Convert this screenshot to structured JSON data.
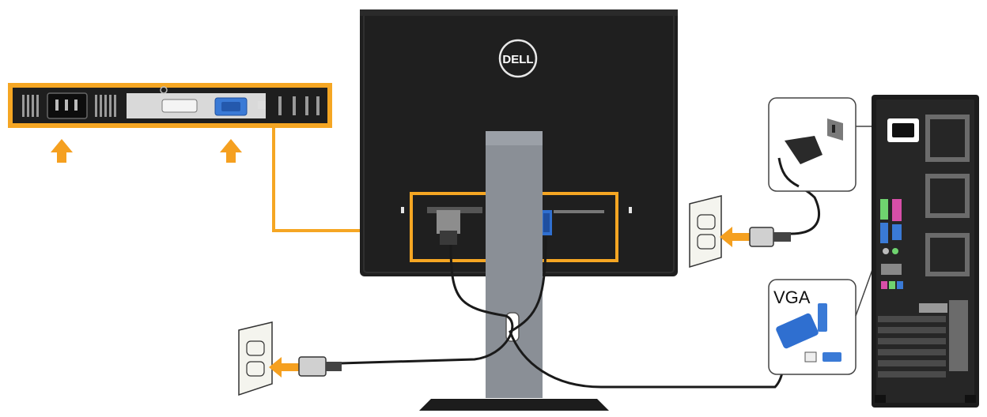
{
  "monitor": {
    "brand": "DELL"
  },
  "labels": {
    "vga": "VGA"
  },
  "colors": {
    "highlight": "#F5A623",
    "arrow": "#F5A020",
    "monitor_body": "#1f1f1f",
    "monitor_bezel": "#2a2a2a",
    "stand": "#8a8f96",
    "vga_connector": "#2f6fd0",
    "cable": "#1a1a1a",
    "outlet": "#f4f4ee",
    "pc_case": "#1c1c1c"
  },
  "icons": [
    "monitor-back",
    "dell-logo",
    "power-outlet",
    "power-plug",
    "vga-connector",
    "desktop-pc",
    "up-arrow-icon",
    "left-arrow-icon"
  ]
}
